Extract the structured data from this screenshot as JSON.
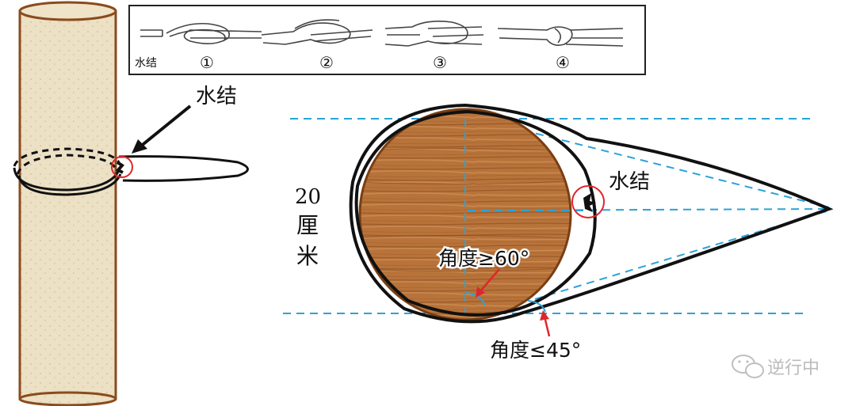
{
  "knot_panel": {
    "label": "水结",
    "steps": [
      "①",
      "②",
      "③",
      "④"
    ]
  },
  "pole": {
    "knot_label": "水结"
  },
  "cross_section": {
    "knot_label": "水结",
    "diameter_label": [
      "20",
      "厘",
      "米"
    ],
    "inner_angle_label": "角度≥60°",
    "outer_angle_label": "角度≤45°"
  },
  "watermark": {
    "text": "逆行中"
  },
  "colors": {
    "wood_brown": "#b8733a",
    "wood_outline": "#7a3e12",
    "guide_blue": "#2aa3d8",
    "marker_red": "#e0262a",
    "pole_fill": "#e9dcc0",
    "pole_outline": "#8a4b1c"
  }
}
